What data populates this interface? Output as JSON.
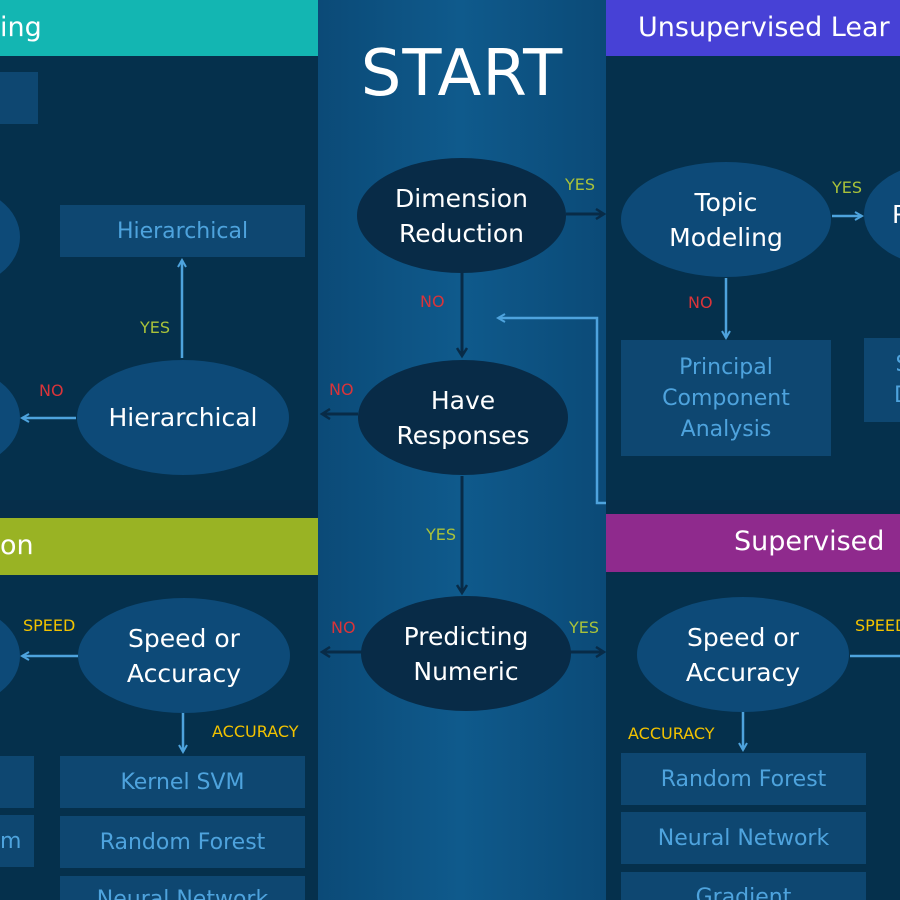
{
  "title": "START",
  "headers": {
    "top_left": {
      "text": "ing",
      "color": "#13b6b2"
    },
    "top_right": {
      "text": "Unsupervised Lear",
      "color": "#4741d6"
    },
    "bottom_left": {
      "text": "on",
      "color": "#99b324"
    },
    "bottom_right": {
      "text": "Supervised",
      "color": "#8f2a8d"
    }
  },
  "center": {
    "dimension_reduction": "Dimension\nReduction",
    "have_responses": "Have\nResponses",
    "predicting_numeric": "Predicting\nNumeric"
  },
  "top_left_panel": {
    "hierarchical_box": "Hierarchical",
    "hierarchical_oval": "Hierarchical"
  },
  "top_right_panel": {
    "topic_modeling": "Topic\nModeling",
    "partial_oval": "P",
    "pca_box": "Principal\nComponent\nAnalysis",
    "partial_box": "S\nD"
  },
  "bottom_left_panel": {
    "speed_or_accuracy": "Speed or\nAccuracy",
    "kernel_svm": "Kernel SVM",
    "random_forest": "Random Forest",
    "neural_network": "Neural Network",
    "partial_box": "m"
  },
  "bottom_right_panel": {
    "speed_or_accuracy": "Speed or\nAccuracy",
    "random_forest": "Random Forest",
    "neural_network": "Neural Network",
    "gradient": "Gradient"
  },
  "edge_labels": {
    "yes": "YES",
    "no": "NO",
    "speed": "SPEED",
    "accuracy": "ACCURACY"
  },
  "colors": {
    "yes": "#a9c23a",
    "no": "#d9343a",
    "speed_accuracy": "#f2c200",
    "connector": "#4ea3dd",
    "box_text": "#4ea3dd"
  }
}
